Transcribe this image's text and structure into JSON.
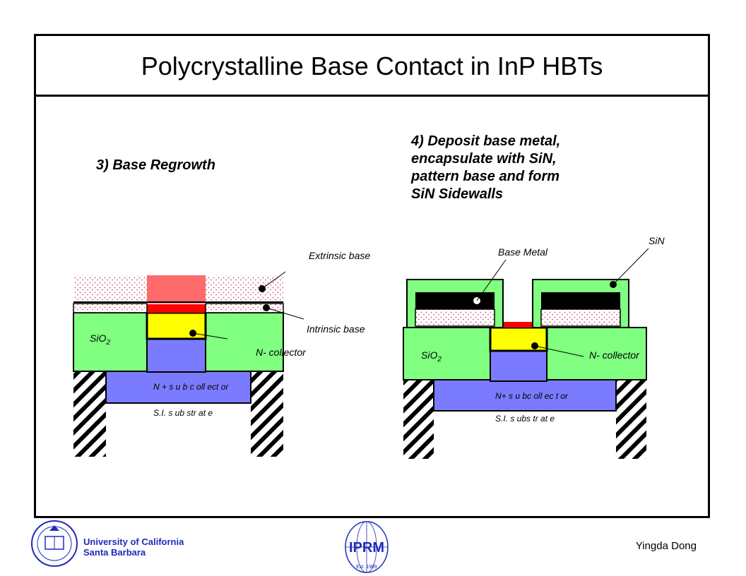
{
  "title": "Polycrystalline Base Contact in InP HBTs",
  "steps": {
    "step3": "3) Base Regrowth",
    "step4_lines": [
      "4) Deposit base metal,",
      "encapsulate with SiN,",
      "pattern base and form",
      "SiN Sidewalls"
    ]
  },
  "left_diagram": {
    "extrinsic_base": "Extrinsic base",
    "intrinsic_base": "Intrinsic base",
    "sio2": "SiO",
    "sio2_sub": "2",
    "n_collector": "N- collector",
    "subcollector": "N + s u b c oll ect or",
    "substrate": "S.I.  s ub str at e"
  },
  "right_diagram": {
    "base_metal": "Base Metal",
    "sin": "SiN",
    "sio2": "SiO",
    "sio2_sub": "2",
    "n_collector": "N- collector",
    "subcollector": "N+  s u bc oll ec t or",
    "substrate": "S.I.  s ubs tr at e"
  },
  "footer": {
    "university": "University of California",
    "campus": "Santa Barbara",
    "logo_text": "IPRM",
    "logo_est": "Est. 1989",
    "author": "Yingda Dong"
  },
  "colors": {
    "sio2": "#80ff80",
    "collector": "#ffff00",
    "subcollector": "#7b7bff",
    "intrinsic_base": "#ff0000",
    "regrowth_poly": "#ff6b6b",
    "footer_blue": "#1f2bb8"
  }
}
